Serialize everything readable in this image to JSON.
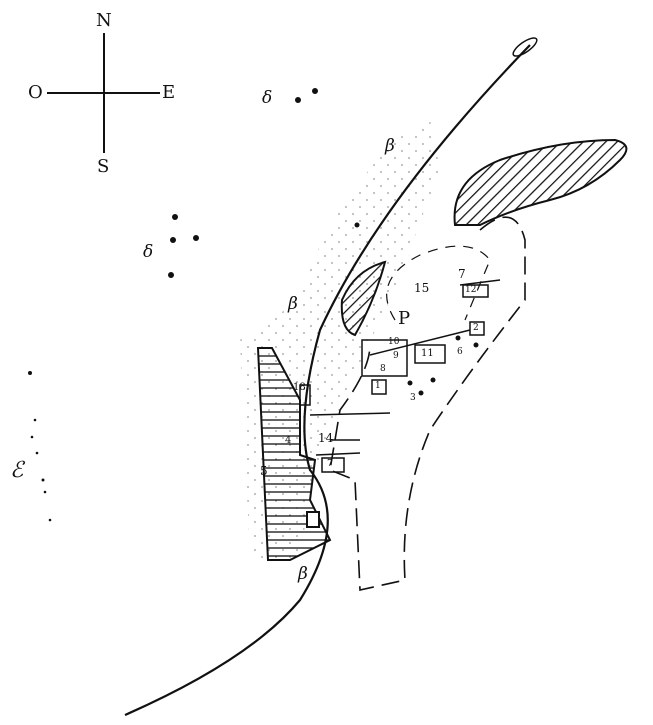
{
  "compass": {
    "north": "N",
    "south": "S",
    "east": "E",
    "west": "O"
  },
  "symbols": {
    "beta": "β",
    "delta": "δ",
    "epsilon": "ℰ",
    "road_marker": "P"
  },
  "labels": {
    "l15": "15",
    "l7a": "7",
    "l12": "12",
    "l2": "2",
    "l6": "6",
    "l11": "11",
    "l10": "10",
    "l9": "9",
    "l8": "8",
    "l1": "1",
    "l3": "3",
    "l18": "18",
    "l14": "14",
    "l5": "5",
    "l7b": "7",
    "l4": "4"
  }
}
